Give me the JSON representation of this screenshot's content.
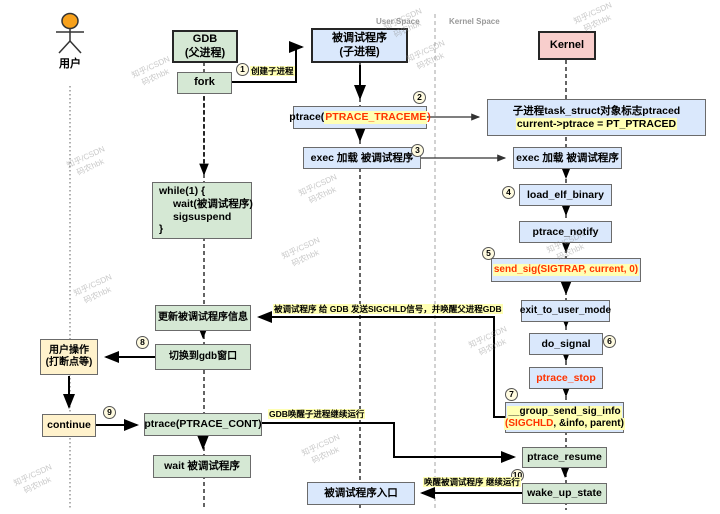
{
  "space_labels": {
    "user": "User Space",
    "kernel": "Kernel Space"
  },
  "actor": {
    "label": "用户"
  },
  "nodes": {
    "gdb": {
      "line1": "GDB",
      "line2": "(父进程)"
    },
    "fork": {
      "text": "fork"
    },
    "debuggee": {
      "line1": "被调试程序",
      "line2": "(子进程)"
    },
    "ptrace_traceme": {
      "prefix": "ptrace(",
      "arg": "PTRACE_TRACEME",
      "suffix": ")"
    },
    "exec_load_user": {
      "text": "exec 加载 被调试程序"
    },
    "kernel": {
      "text": "Kernel"
    },
    "task_struct": {
      "line1": "子进程task_struct对象标志ptraced",
      "line2": "current->ptrace = PT_PTRACED"
    },
    "exec_load_kernel": {
      "text": "exec 加载 被调试程序"
    },
    "load_elf_binary": {
      "text": "load_elf_binary"
    },
    "ptrace_notify": {
      "text": "ptrace_notify"
    },
    "send_sig": {
      "text": "send_sig(SIGTRAP, current, 0)"
    },
    "exit_to_user_mode": {
      "text": "exit_to_user_mode"
    },
    "do_signal": {
      "text": "do_signal"
    },
    "ptrace_stop": {
      "text": "ptrace_stop"
    },
    "group_send_sig_info": {
      "line1": "__group_send_sig_info",
      "line2_sig": "(SIGCHLD",
      "line2_rest": ", &info, parent)"
    },
    "ptrace_resume": {
      "text": "ptrace_resume"
    },
    "wake_up_state": {
      "text": "wake_up_state"
    },
    "debuggee_entry": {
      "text": "被调试程序入口"
    },
    "gdb_loop": {
      "line1": "while(1) {",
      "line2": "wait(被调试程序)",
      "line3": "sigsuspend",
      "line4": "}"
    },
    "update_info": {
      "text": "更新被调试程序信息"
    },
    "switch_gdb": {
      "text": "切换到gdb窗口"
    },
    "user_action": {
      "line1": "用户操作",
      "line2": "(打断点等)"
    },
    "continue": {
      "text": "continue"
    },
    "ptrace_cont": {
      "text": "ptrace(PTRACE_CONT)"
    },
    "wait_debuggee": {
      "text": "wait 被调试程序"
    }
  },
  "edge_labels": {
    "create_child": "创建子进程",
    "sigchld_notify": "被调试程序 给 GDB 发送SIGCHLD信号，并唤醒父进程GDB",
    "gdb_wake_child": "GDB唤醒子进程继续运行",
    "wake_debuggee": "唤醒被调试程序 继续运行"
  },
  "steps": [
    "1",
    "2",
    "3",
    "4",
    "5",
    "6",
    "7",
    "8",
    "9",
    "10"
  ],
  "watermark": {
    "line1": "知乎/CSDN",
    "line2": "码农hbk"
  },
  "colors": {
    "green_box": "#d5e8d4",
    "blue_box": "#dae8fc",
    "yellow_box": "#fff2cc",
    "pink_box": "#f8cecc",
    "highlight": "#ffffb3",
    "red_text": "#ff3300"
  }
}
